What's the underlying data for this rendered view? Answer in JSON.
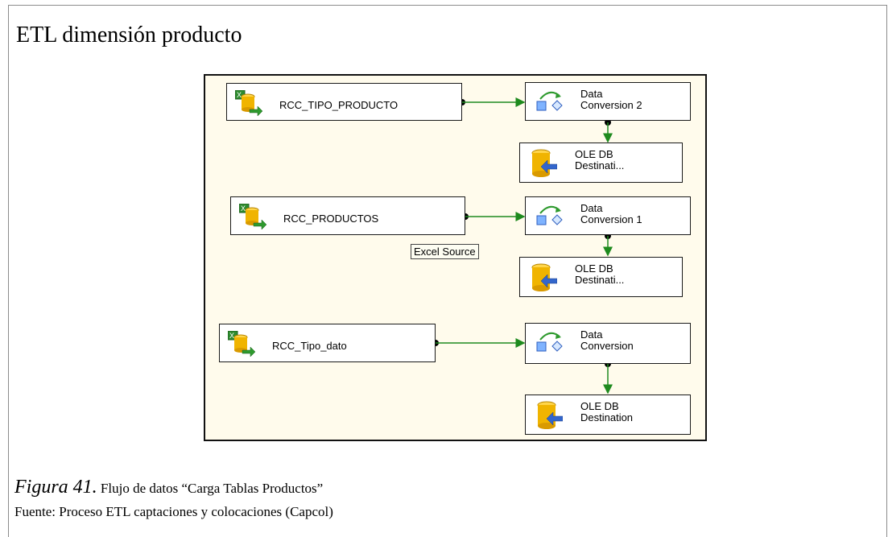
{
  "title": "ETL dimensión producto",
  "flows": [
    {
      "source": "RCC_TIPO_PRODUCTO",
      "conversion": [
        "Data",
        "Conversion 2"
      ],
      "destination": [
        "OLE DB",
        "Destinati..."
      ]
    },
    {
      "source": "RCC_PRODUCTOS",
      "conversion": [
        "Data",
        "Conversion 1"
      ],
      "destination": [
        "OLE DB",
        "Destinati..."
      ]
    },
    {
      "source": "RCC_Tipo_dato",
      "conversion": [
        "Data",
        "Conversion"
      ],
      "destination": [
        "OLE DB",
        "Destination"
      ]
    }
  ],
  "tooltip": "Excel Source",
  "caption": {
    "figure": "Figura 41.",
    "text": "Flujo de datos “Carga Tablas Productos”"
  },
  "source_note": "Fuente: Proceso ETL captaciones y colocaciones (Capcol)",
  "colors": {
    "canvas": "#fffbec",
    "arrow": "#1e8a1e",
    "db_yellow": "#f0b400",
    "arrow_blue": "#3366cc"
  },
  "icons": [
    "excel-source-icon",
    "data-conversion-icon",
    "ole-db-destination-icon"
  ]
}
